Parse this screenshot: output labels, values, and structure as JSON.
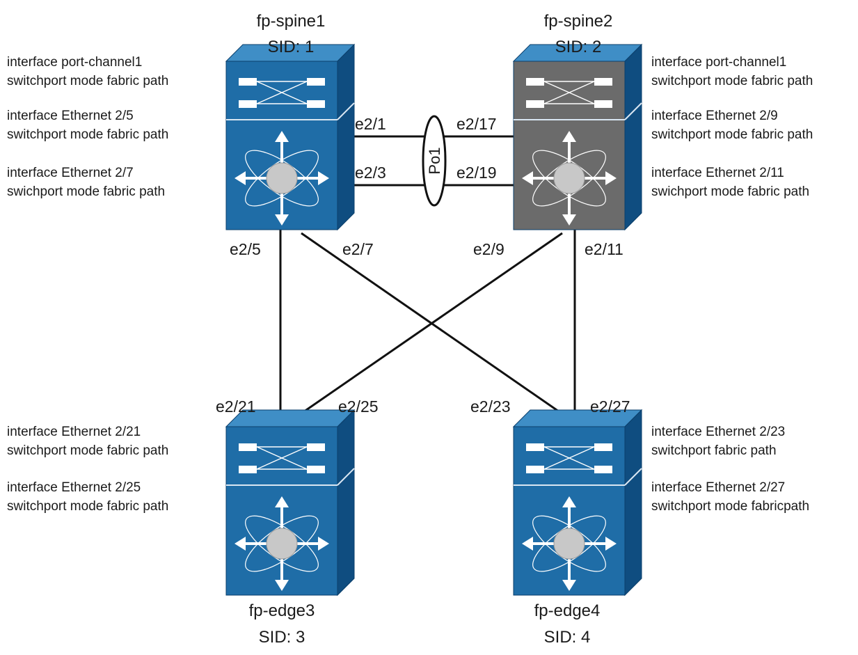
{
  "colors": {
    "switch_blue": "#1f6da7",
    "switch_blue_dark": "#0f4d80",
    "switch_blue_light": "#3f8ec6",
    "switch_gray": "#6b6b6b",
    "switch_gray_dark": "#4a4a4a",
    "switch_gray_light": "#8c8c8c",
    "hub_gray": "#c8c8c8",
    "link": "#111111"
  },
  "icon": "layer3-switch-icon",
  "switches": {
    "spine1": {
      "name": "fp-spine1",
      "sid": "SID: 1",
      "style": "blue",
      "config": [
        "interface port-channel1",
        "switchport mode fabric path",
        "interface Ethernet 2/5",
        "switchport mode fabric path",
        "interface Ethernet 2/7",
        "swichport mode fabric path"
      ]
    },
    "spine2": {
      "name": "fp-spine2",
      "sid": "SID: 2",
      "style": "gray",
      "config": [
        "interface port-channel1",
        "switchport mode fabric path",
        "interface Ethernet 2/9",
        "switchport mode fabric path",
        "interface Ethernet 2/11",
        "swichport mode fabric path"
      ]
    },
    "edge3": {
      "name": "fp-edge3",
      "sid": "SID: 3",
      "style": "blue",
      "config": [
        "interface Ethernet 2/21",
        "switchport mode fabric path",
        "interface Ethernet 2/25",
        "switchport mode fabric path"
      ]
    },
    "edge4": {
      "name": "fp-edge4",
      "sid": "SID: 4",
      "style": "blue",
      "config": [
        "interface Ethernet 2/23",
        "switchport fabric path",
        "interface Ethernet 2/27",
        "switchport mode fabricpath"
      ]
    }
  },
  "port_channel": "Po1",
  "ports": {
    "spine1_e1": "e2/1",
    "spine1_e3": "e2/3",
    "spine1_e5": "e2/5",
    "spine1_e7": "e2/7",
    "spine2_e17": "e2/17",
    "spine2_e19": "e2/19",
    "spine2_e9": "e2/9",
    "spine2_e11": "e2/11",
    "edge3_e21": "e2/21",
    "edge3_e25": "e2/25",
    "edge4_e23": "e2/23",
    "edge4_e27": "e2/27"
  }
}
